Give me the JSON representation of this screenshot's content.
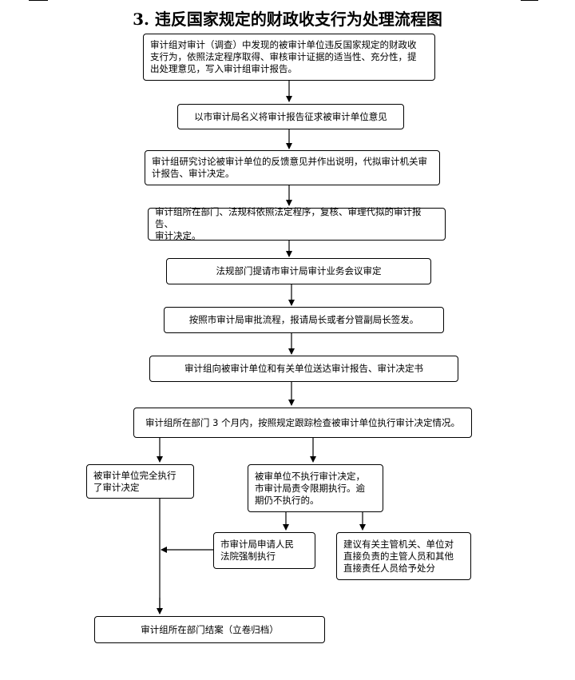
{
  "title": "3. 违反国家规定的财政收支行为处理流程图",
  "steps": {
    "s1": "审计组对审计（调查）中发现的被审计单位违反国家规定的财政收\n支行为，依照法定程序取得、审核审计证据的适当性、充分性，提\n出处理意见，写入审计组审计报告。",
    "s2": "以市审计局名义将审计报告征求被审计单位意见",
    "s3": "审计组研究讨论被审计单位的反馈意见并作出说明，代拟审计机关审\n计报告、审计决定。",
    "s4": "审计组所在部门、法规科依照法定程序，复核、审理代拟的审计报告、\n审计决定。",
    "s5": "法规部门提请市审计局审计业务会议审定",
    "s6": "按照市审计局审批流程，报请局长或者分管副局长签发。",
    "s7": "审计组向被审计单位和有关单位送达审计报告、审计决定书",
    "s8": "审计组所在部门 3 个月内，按照规定跟踪检查被审计单位执行审计决定情况。",
    "s9": "被审计单位完全执行\n了审计决定",
    "s10": "被审单位不执行审计决定，\n市审计局责令限期执行。逾\n期仍不执行的。",
    "s11": "市审计局申请人民\n法院强制执行",
    "s12": "建议有关主管机关、单位对\n直接负责的主管人员和其他\n直接责任人员给予处分",
    "s13": "审计组所在部门结案（立卷归档）"
  }
}
